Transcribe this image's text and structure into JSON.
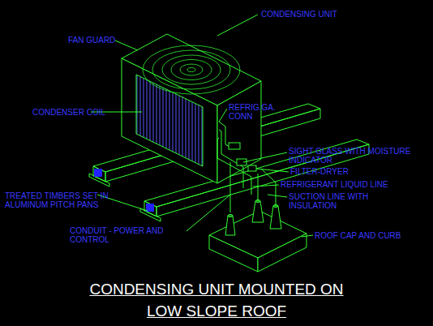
{
  "diagram": {
    "title": "CONDENSING UNIT MOUNTED ON LOW SLOPE ROOF",
    "labels": [
      "CONDENSING UNIT",
      "FAN GUARD",
      "CONDENSER COIL",
      "REFRIG.GA. CONN",
      "SIGHT GLASS WITH MOISTURE INDICATOR",
      "FILTER-DRYER",
      "REFRIGERANT LIQUID LINE",
      "SUCTION LINE WITH INSULATION",
      "TREATED TIMBERS SET IN ALUMINUM PITCH PANS",
      "CONDUIT - POWER AND CONTROL",
      "ROOF CAP AND CURB"
    ]
  }
}
